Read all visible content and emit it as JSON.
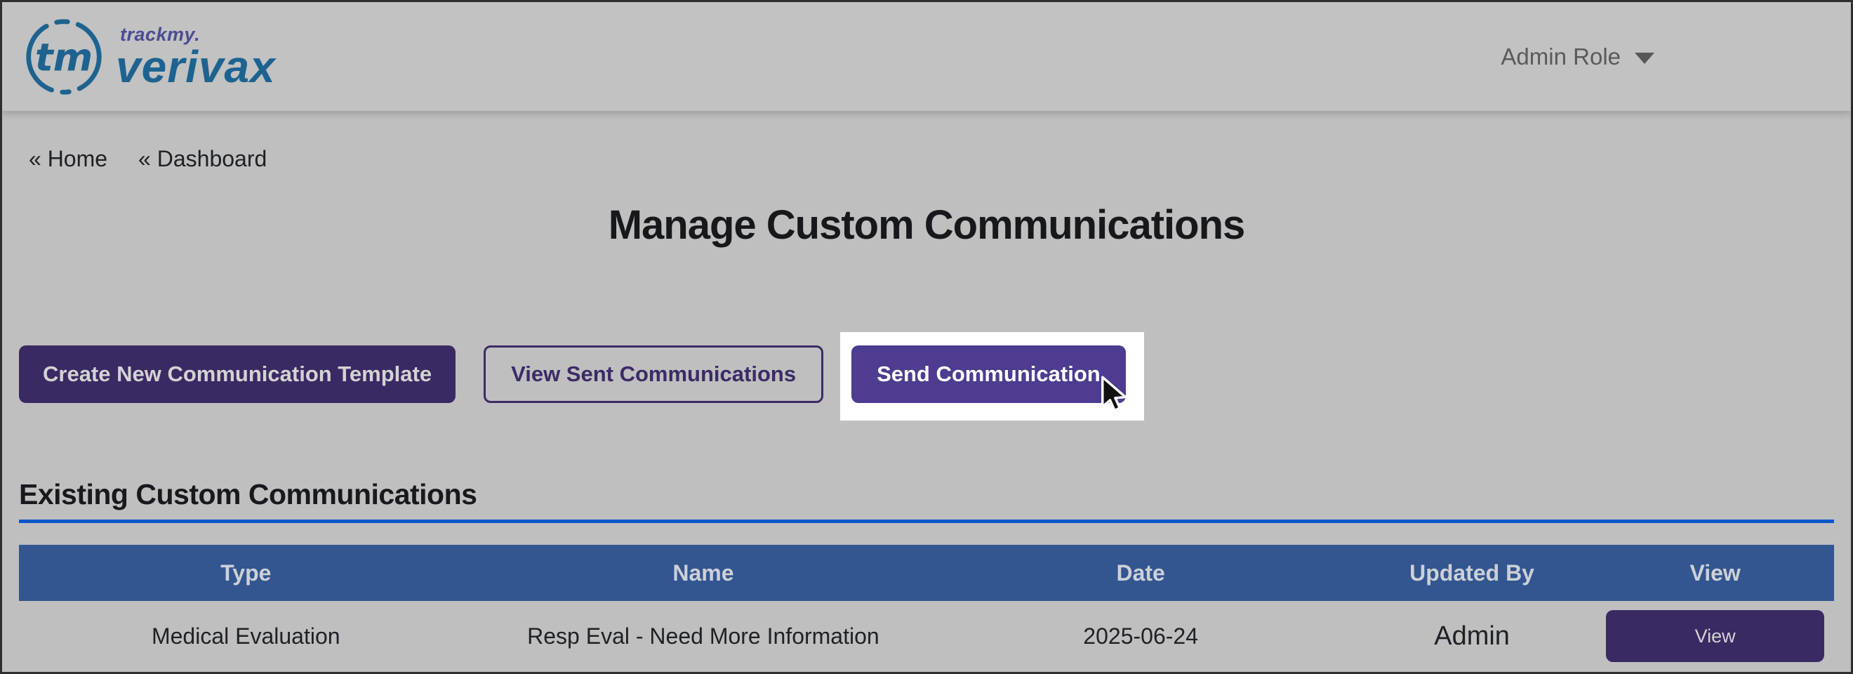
{
  "brand": {
    "monogram": "tm",
    "trackmy": "trackmy.",
    "name": "verivax"
  },
  "navbar": {
    "role_label": "Admin Role"
  },
  "breadcrumbs": [
    {
      "label": "« Home"
    },
    {
      "label": "« Dashboard"
    }
  ],
  "page": {
    "title": "Manage Custom Communications",
    "section_heading": "Existing Custom Communications"
  },
  "actions": {
    "create_label": "Create New Communication Template",
    "view_sent_label": "View Sent Communications",
    "send_label": "Send Communication"
  },
  "table": {
    "columns": [
      "Type",
      "Name",
      "Date",
      "Updated By",
      "View"
    ],
    "rows": [
      {
        "type": "Medical Evaluation",
        "name": "Resp Eval - Need More Information",
        "date": "2025-06-24",
        "updated_by": "Admin",
        "view_label": "View"
      }
    ]
  },
  "colors": {
    "page_bg": "#bfbfbf",
    "navbar_bg": "#c2c2c2",
    "frame_border": "#2e2e2e",
    "text_dark": "#1d2024",
    "text_muted": "#5a5a5a",
    "brand_blue": "#1e6390",
    "brand_purple": "#4c4b93",
    "btn_dark_purple": "#3a2a63",
    "btn_dark_purple_text": "#d3d3d3",
    "btn_outline_purple": "#3c2b66",
    "btn_send_purple": "#4d3c8f",
    "btn_send_text": "#ffffff",
    "spotlight_white": "#ffffff",
    "divider_blue": "#0b57c9",
    "table_header_bg": "#335590",
    "table_header_text": "#ccd1d8"
  }
}
